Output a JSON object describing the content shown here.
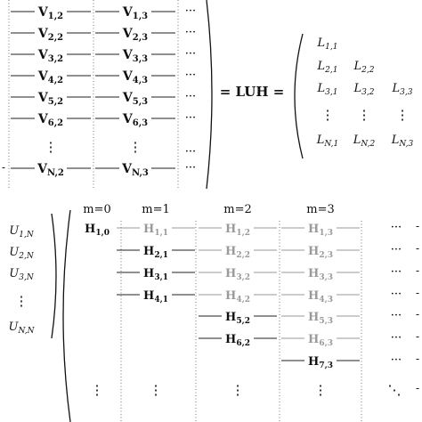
{
  "v_top_rows": [
    [
      "V_{1,2}",
      "V_{1,3}"
    ],
    [
      "V_{2,2}",
      "V_{2,3}"
    ],
    [
      "V_{3,2}",
      "V_{3,3}"
    ],
    [
      "V_{4,2}",
      "V_{4,3}"
    ],
    [
      "V_{5,2}",
      "V_{5,3}"
    ],
    [
      "V_{6,2}",
      "V_{6,3}"
    ]
  ],
  "v_last_row": [
    "V_{N,2}",
    "V_{N,3}"
  ],
  "equation": "= LUH =",
  "l_matrix": {
    "rows": [
      [
        "L_{1,1}"
      ],
      [
        "L_{2,1}",
        "L_{2,2}"
      ],
      [
        "L_{3,1}",
        "L_{3,2}",
        "L_{3,3}"
      ],
      [
        "⋮",
        "⋮",
        "⋮"
      ],
      [
        "L_{N,1}",
        "L_{N,2}",
        "L_{N,3}"
      ]
    ]
  },
  "u_column": [
    "U_{1,N}",
    "U_{2,N}",
    "U_{3,N}",
    "⋮",
    "U_{N,N}"
  ],
  "m_headers": [
    "m=0",
    "m=1",
    "m=2",
    "m=3"
  ],
  "h_rows": [
    [
      {
        "label": "H_{1,0}",
        "state": "dark"
      },
      {
        "label": "H_{1,1}",
        "state": "gray"
      },
      {
        "label": "H_{1,2}",
        "state": "gray"
      },
      {
        "label": "H_{1,3}",
        "state": "gray"
      }
    ],
    [
      null,
      {
        "label": "H_{2,1}",
        "state": "dark"
      },
      {
        "label": "H_{2,2}",
        "state": "gray"
      },
      {
        "label": "H_{2,3}",
        "state": "gray"
      }
    ],
    [
      null,
      {
        "label": "H_{3,1}",
        "state": "dark"
      },
      {
        "label": "H_{3,2}",
        "state": "gray"
      },
      {
        "label": "H_{3,3}",
        "state": "gray"
      }
    ],
    [
      null,
      {
        "label": "H_{4,1}",
        "state": "dark"
      },
      {
        "label": "H_{4,2}",
        "state": "gray"
      },
      {
        "label": "H_{4,3}",
        "state": "gray"
      }
    ],
    [
      null,
      null,
      {
        "label": "H_{5,2}",
        "state": "dark"
      },
      {
        "label": "H_{5,3}",
        "state": "gray"
      }
    ],
    [
      null,
      null,
      {
        "label": "H_{6,2}",
        "state": "dark"
      },
      {
        "label": "H_{6,3}",
        "state": "gray"
      }
    ],
    [
      null,
      null,
      null,
      {
        "label": "H_{7,3}",
        "state": "dark"
      }
    ]
  ],
  "glyphs": {
    "hdots": "···",
    "vdots": "⋮",
    "ddots": "⋱"
  },
  "colors": {
    "dark": "#111111",
    "gray": "#9a9a9a"
  }
}
